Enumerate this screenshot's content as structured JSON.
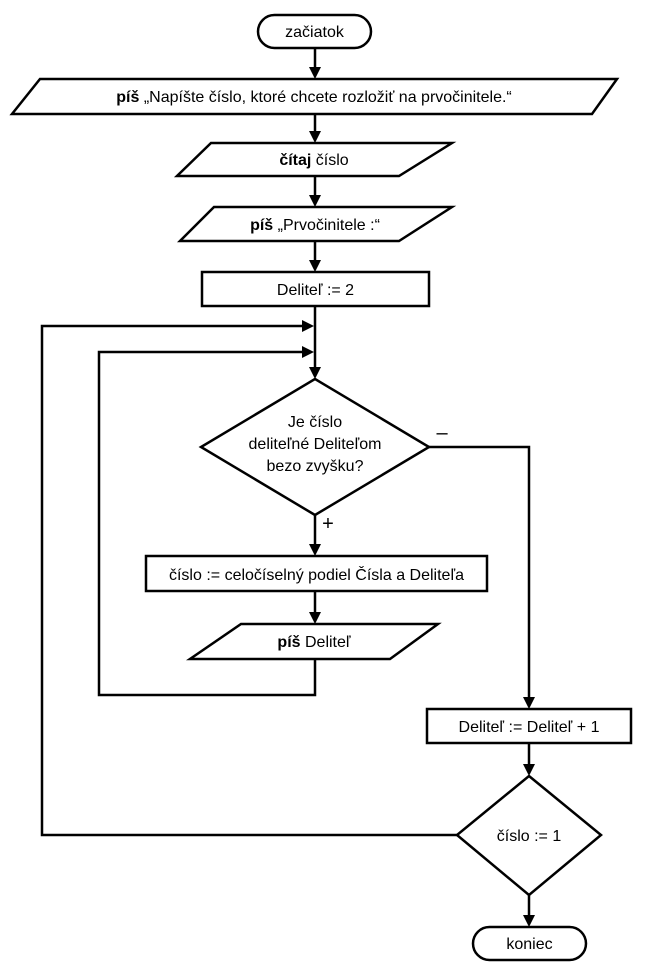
{
  "nodes": {
    "start": {
      "text": "začiatok"
    },
    "prompt_output": {
      "keyword": "píš",
      "text": " „Napíšte číslo, ktoré chcete rozložiť na prvočinitele.“"
    },
    "read_input": {
      "keyword": "čítaj",
      "text": " číslo"
    },
    "factors_output": {
      "keyword": "píš",
      "text": " „Prvočinitele :“"
    },
    "init_divisor": {
      "text": "Deliteľ := 2"
    },
    "divisibility_check": {
      "lines": [
        "Je číslo",
        "deliteľné Deliteľom",
        "bezo zvyšku?"
      ]
    },
    "divide_step": {
      "text": "číslo := celočíselný podiel Čísla a Deliteľa"
    },
    "print_divisor": {
      "keyword": "píš",
      "text": " Deliteľ"
    },
    "increment_divisor": {
      "text": "Deliteľ := Deliteľ + 1"
    },
    "end_check": {
      "text": "číslo := 1"
    },
    "end": {
      "text": "koniec"
    }
  },
  "branch_labels": {
    "yes": "+",
    "no": "–"
  },
  "colors": {
    "stroke": "#000000",
    "fill": "#ffffff"
  }
}
